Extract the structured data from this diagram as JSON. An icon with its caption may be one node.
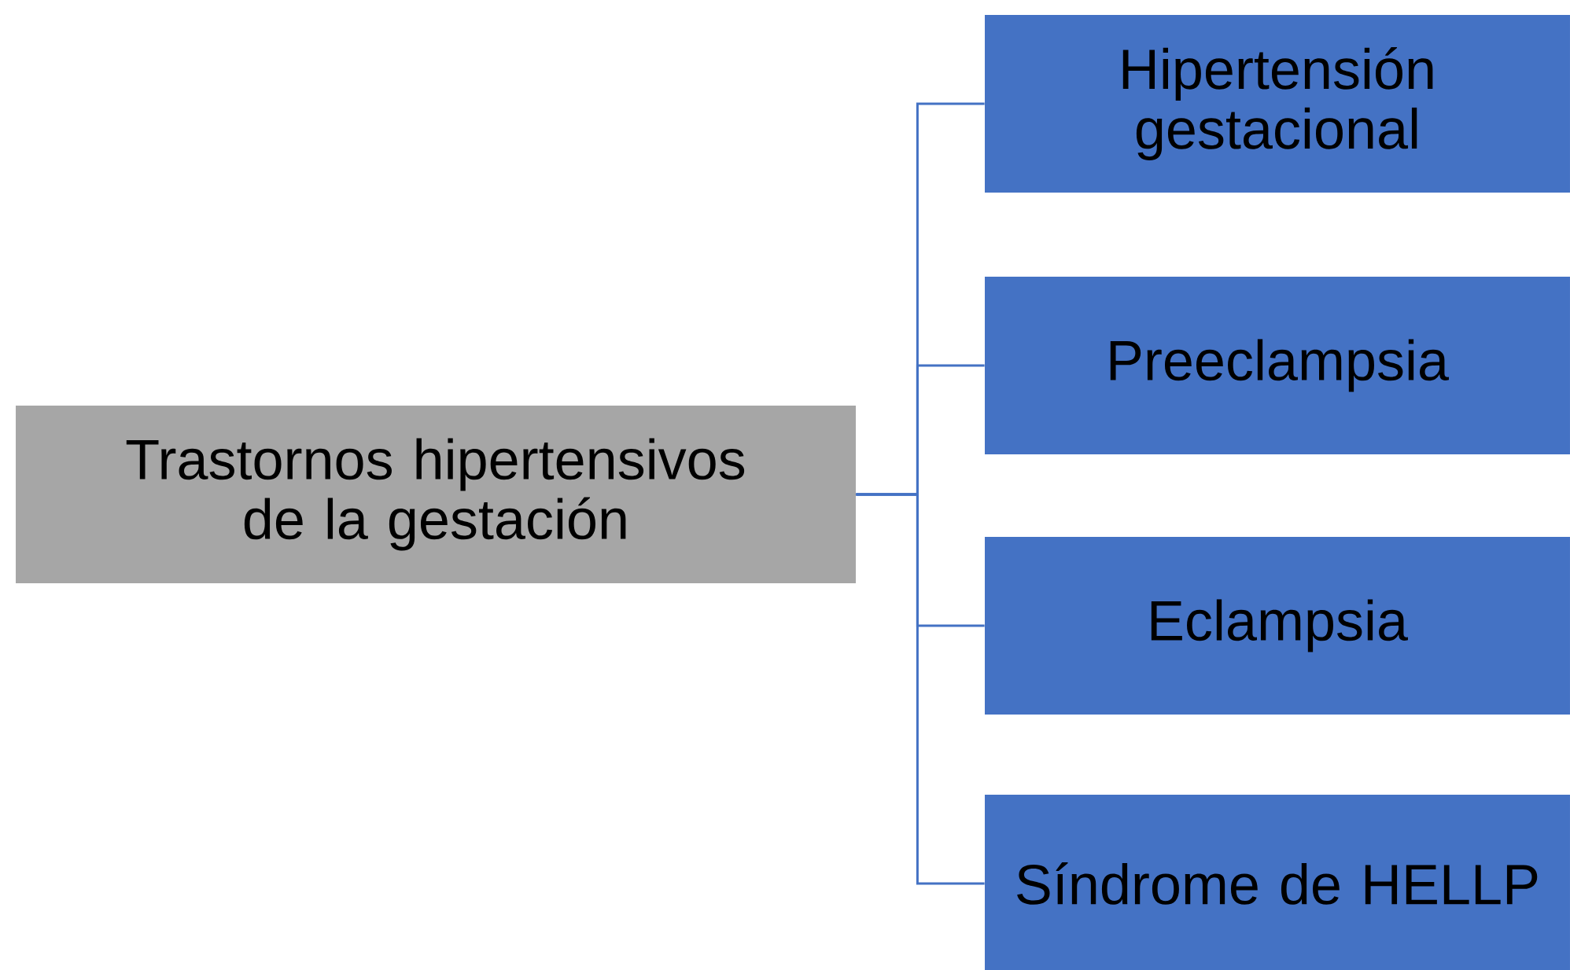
{
  "diagram": {
    "nodes": [
      {
        "text": [
          "Trastornos hipertensivos de la gestación"
        ]
      },
      {
        "text": [
          "Hipertensión gestacional"
        ]
      },
      {
        "text": [
          "Preeclampsia"
        ]
      },
      {
        "text": [
          "Eclampsia"
        ]
      },
      {
        "text": [
          "Síndrome de HELLP"
        ]
      }
    ],
    "edges": [
      {
        "from": 0,
        "to": 1,
        "arrow": "none"
      },
      {
        "from": 0,
        "to": 2,
        "arrow": "none"
      },
      {
        "from": 0,
        "to": 3,
        "arrow": "none"
      },
      {
        "from": 0,
        "to": 4,
        "arrow": "none"
      }
    ]
  }
}
